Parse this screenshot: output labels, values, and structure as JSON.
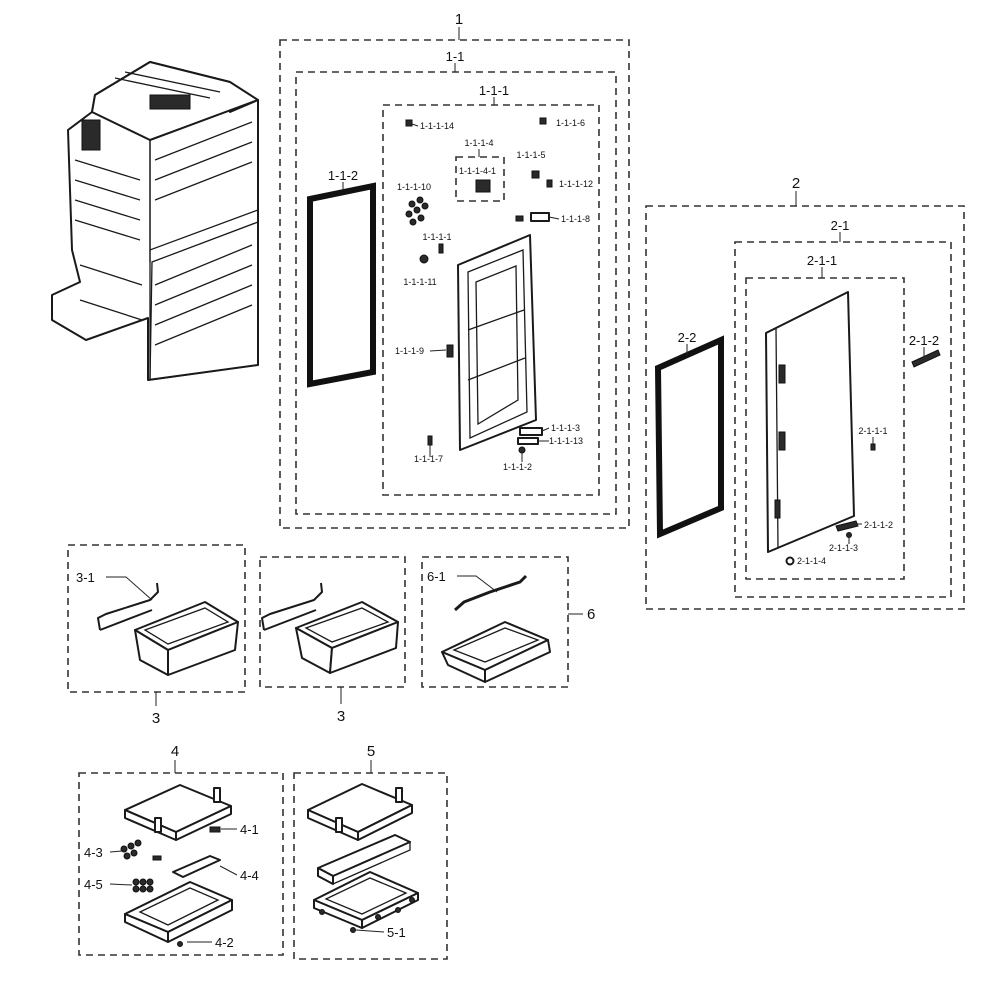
{
  "labels": {
    "l1": "1",
    "l1_1": "1-1",
    "l1_1_1": "1-1-1",
    "l1_1_2": "1-1-2",
    "l1_1_1_1": "1-1-1-1",
    "l1_1_1_2": "1-1-1-2",
    "l1_1_1_3": "1-1-1-3",
    "l1_1_1_4": "1-1-1-4",
    "l1_1_1_4_1": "1-1-1-4-1",
    "l1_1_1_5": "1-1-1-5",
    "l1_1_1_6": "1-1-1-6",
    "l1_1_1_7": "1-1-1-7",
    "l1_1_1_8": "1-1-1-8",
    "l1_1_1_9": "1-1-1-9",
    "l1_1_1_10": "1-1-1-10",
    "l1_1_1_11": "1-1-1-11",
    "l1_1_1_12": "1-1-1-12",
    "l1_1_1_13": "1-1-1-13",
    "l1_1_1_14": "1-1-1-14",
    "l2": "2",
    "l2_1": "2-1",
    "l2_1_1": "2-1-1",
    "l2_1_2": "2-1-2",
    "l2_2": "2-2",
    "l2_1_1_1": "2-1-1-1",
    "l2_1_1_2": "2-1-1-2",
    "l2_1_1_3": "2-1-1-3",
    "l2_1_1_4": "2-1-1-4",
    "l3a": "3",
    "l3b": "3",
    "l3_1": "3-1",
    "l4": "4",
    "l4_1": "4-1",
    "l4_2": "4-2",
    "l4_3": "4-3",
    "l4_4": "4-4",
    "l4_5": "4-5",
    "l5": "5",
    "l5_1": "5-1",
    "l6": "6",
    "l6_1": "6-1"
  }
}
